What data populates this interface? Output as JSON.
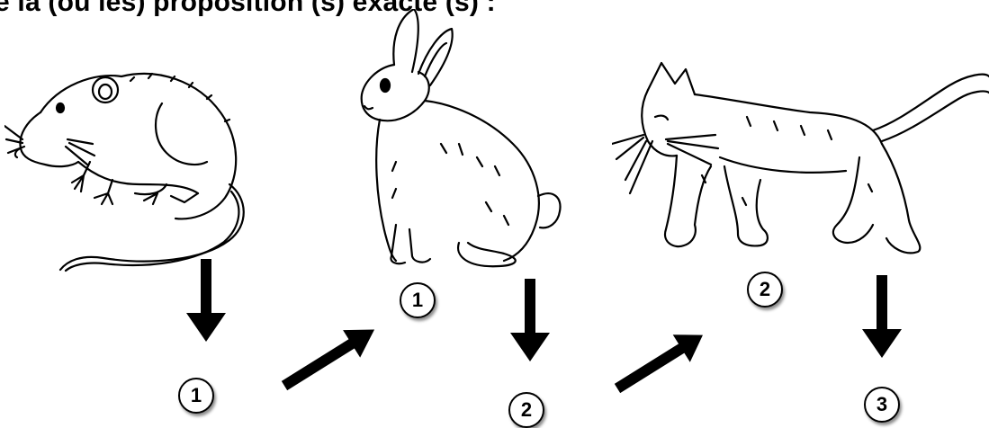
{
  "header": {
    "text": "e la (ou les) proposition (s) exacte (s) :"
  },
  "animals": [
    {
      "name": "rat",
      "icon": "rat-icon",
      "label": "1"
    },
    {
      "name": "rabbit",
      "icon": "rabbit-icon",
      "label": "1"
    },
    {
      "name": "cat",
      "icon": "cat-icon",
      "label": "2"
    }
  ],
  "badges": {
    "under_rat": "1",
    "rabbit": "1",
    "under_rabbit": "2",
    "cat": "2",
    "under_cat": "3"
  },
  "colors": {
    "ink": "#000000",
    "background": "#ffffff"
  }
}
